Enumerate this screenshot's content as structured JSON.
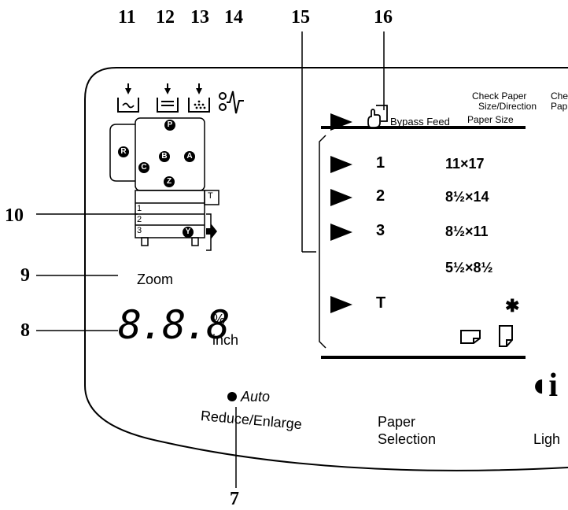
{
  "callouts": {
    "c7": "7",
    "c8": "8",
    "c9": "9",
    "c10": "10",
    "c11": "11",
    "c12": "12",
    "c13": "13",
    "c14": "14",
    "c15": "15",
    "c16": "16"
  },
  "panel": {
    "zoom_label": "Zoom",
    "display_digits": "8.8.8",
    "percent_unit": "%",
    "inch_unit": "inch",
    "auto_label": "Auto",
    "reduce_enlarge_label": "Reduce/Enlarge",
    "paper_selection_line1": "Paper",
    "paper_selection_line2": "Selection",
    "lighter_partial": "Ligh",
    "check_paper_line1": "Check Paper",
    "check_paper_line2": "Size/Direction",
    "check_paper_cut_1": "Che",
    "check_paper_cut_2": "Pap",
    "bypass_feed_label": "Bypass Feed",
    "paper_size_label": "Paper Size",
    "tray_map_labels": [
      "P",
      "R",
      "B",
      "A",
      "C",
      "Z",
      "T",
      "1",
      "2",
      "3",
      "Y"
    ],
    "trays": [
      {
        "num": "1",
        "size": "11×17"
      },
      {
        "num": "2",
        "size": "8½×14"
      },
      {
        "num": "3",
        "size": "8½×11"
      },
      {
        "num": "",
        "size": "5½×8½"
      },
      {
        "num": "T",
        "size": "✱"
      }
    ]
  }
}
